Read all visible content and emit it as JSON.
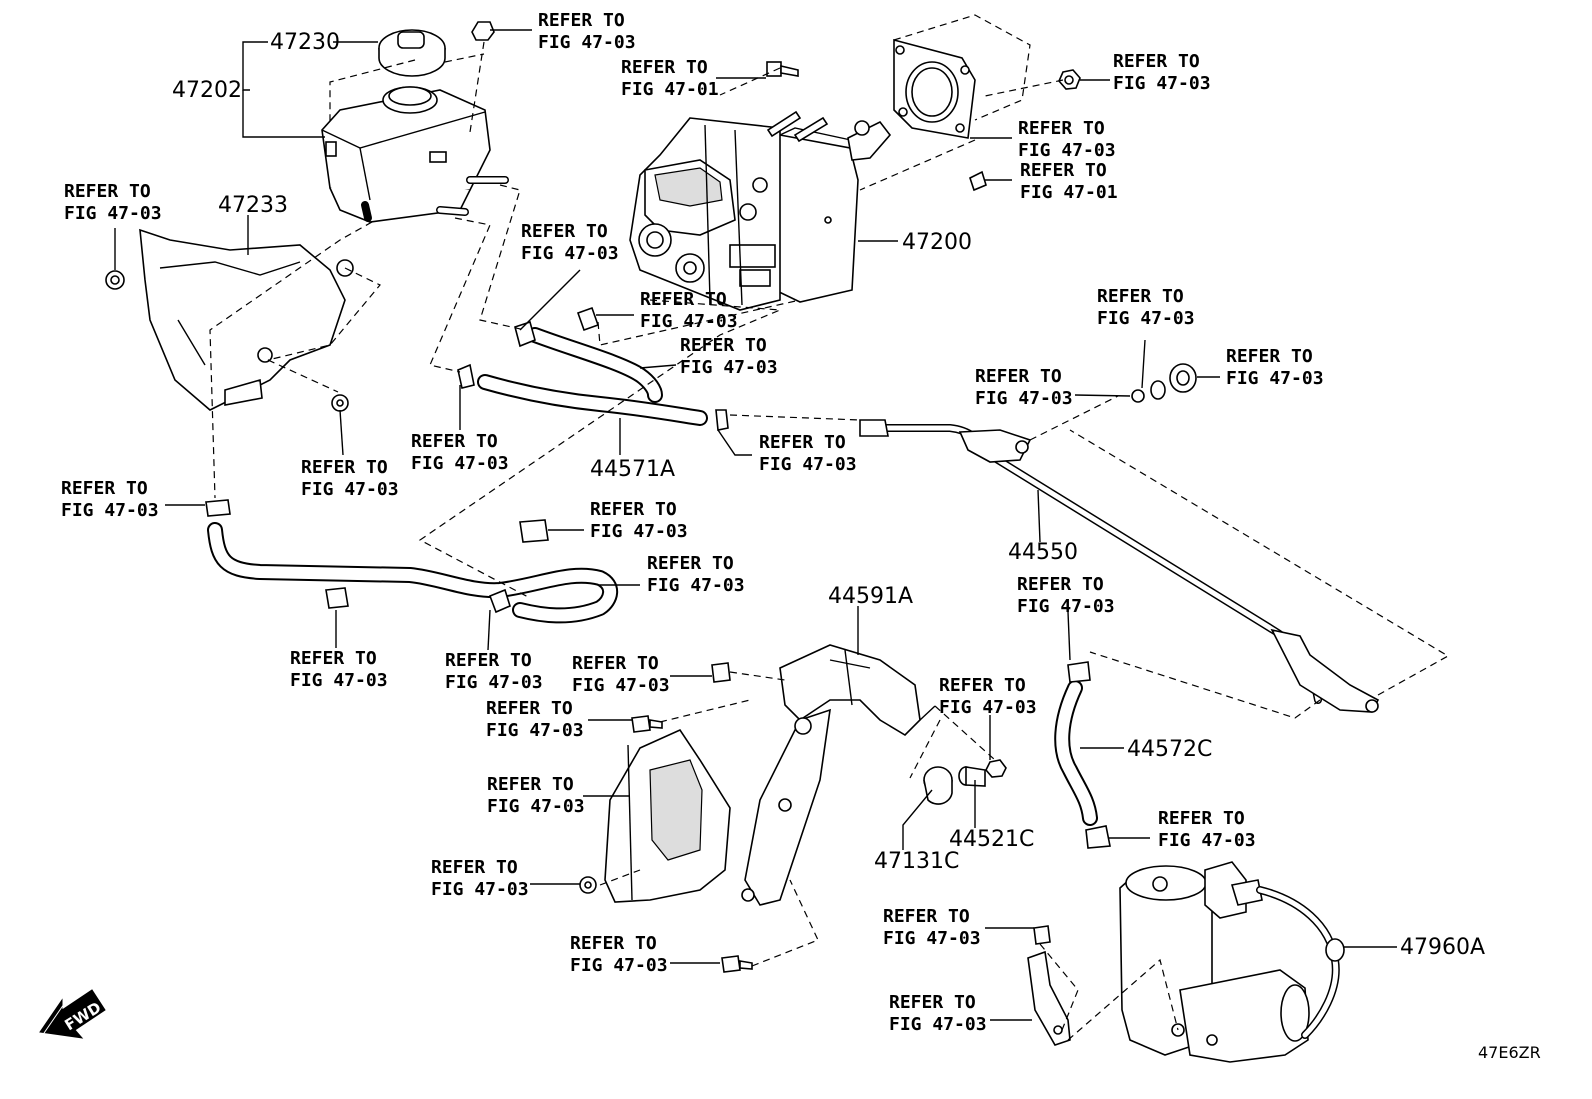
{
  "parts": {
    "p47230": "47230",
    "p47202": "47202",
    "p47233": "47233",
    "p47200": "47200",
    "p44571A": "44571A",
    "p44550": "44550",
    "p44591A": "44591A",
    "p44572C": "44572C",
    "p47131C": "47131C",
    "p44521C": "44521C",
    "p47960A": "47960A"
  },
  "refs": {
    "r1": [
      "REFER TO",
      "FIG 47-03"
    ],
    "r2": [
      "REFER TO",
      "FIG 47-01"
    ],
    "r3": [
      "REFER TO",
      "FIG 47-03"
    ],
    "r4": [
      "REFER TO",
      "FIG 47-03"
    ],
    "r5": [
      "REFER TO",
      "FIG 47-01"
    ],
    "r6": [
      "REFER TO",
      "FIG 47-03"
    ],
    "r7": [
      "REFER TO",
      "FIG 47-03"
    ],
    "r8": [
      "REFER TO",
      "FIG 47-03"
    ],
    "r9": [
      "REFER TO",
      "FIG 47-03"
    ],
    "r10": [
      "REFER TO",
      "FIG 47-03"
    ],
    "r11": [
      "REFER TO",
      "FIG 47-03"
    ],
    "r12": [
      "REFER TO",
      "FIG 47-03"
    ],
    "r13": [
      "REFER TO",
      "FIG 47-03"
    ],
    "r14": [
      "REFER TO",
      "FIG 47-03"
    ],
    "r15": [
      "REFER TO",
      "FIG 47-03"
    ],
    "r16": [
      "REFER TO",
      "FIG 47-03"
    ],
    "r17": [
      "REFER TO",
      "FIG 47-03"
    ],
    "r18": [
      "REFER TO",
      "FIG 47-03"
    ],
    "r19": [
      "REFER TO",
      "FIG 47-03"
    ],
    "r20": [
      "REFER TO",
      "FIG 47-03"
    ],
    "r21": [
      "REFER TO",
      "FIG 47-03"
    ],
    "r22": [
      "REFER TO",
      "FIG 47-03"
    ],
    "r23": [
      "REFER TO",
      "FIG 47-03"
    ],
    "r24": [
      "REFER TO",
      "FIG 47-03"
    ],
    "r25": [
      "REFER TO",
      "FIG 47-03"
    ],
    "r26": [
      "REFER TO",
      "FIG 47-03"
    ],
    "r27": [
      "REFER TO",
      "FIG 47-03"
    ],
    "r28": [
      "REFER TO",
      "FIG 47-03"
    ],
    "r29": [
      "REFER TO",
      "FIG 47-03"
    ]
  },
  "fwd_label": "FWD",
  "diagram_code": "47E6ZR"
}
